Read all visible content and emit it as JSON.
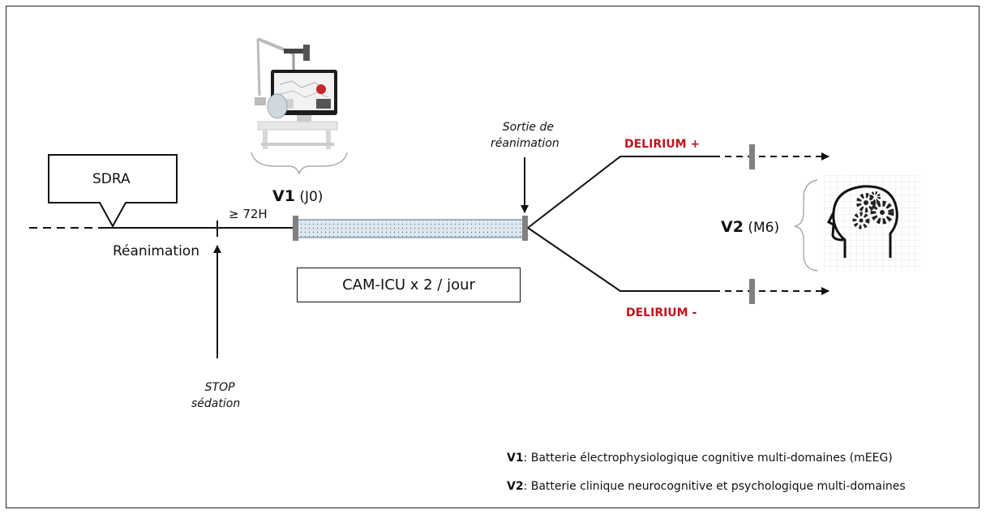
{
  "sdra": "SDRA",
  "reanimation": "Réanimation",
  "stop_sedation": [
    "STOP",
    "sédation"
  ],
  "delay": "≥ 72H",
  "v1": {
    "name": "V1",
    "when": "(J0)"
  },
  "cam_icu": "CAM-ICU x 2 / jour",
  "sortie": [
    "Sortie de",
    "réanimation"
  ],
  "delirium_plus": "DELIRIUM +",
  "delirium_minus": "DELIRIUM -",
  "v2": {
    "name": "V2",
    "when": "(M6)"
  },
  "legend": [
    {
      "key": "V1",
      "text": ": Batterie électrophysiologique cognitive multi-domaines (mEEG)"
    },
    {
      "key": "V2",
      "text": ": Batterie clinique neurocognitive et psychologique multi-domaines"
    }
  ],
  "colors": {
    "delirium": "#c0141e",
    "icu_bar": "#dde8f0",
    "marker": "#808080"
  },
  "icons": {
    "equipment": "meeg-equipment-icon",
    "brain": "head-gears-icon"
  }
}
